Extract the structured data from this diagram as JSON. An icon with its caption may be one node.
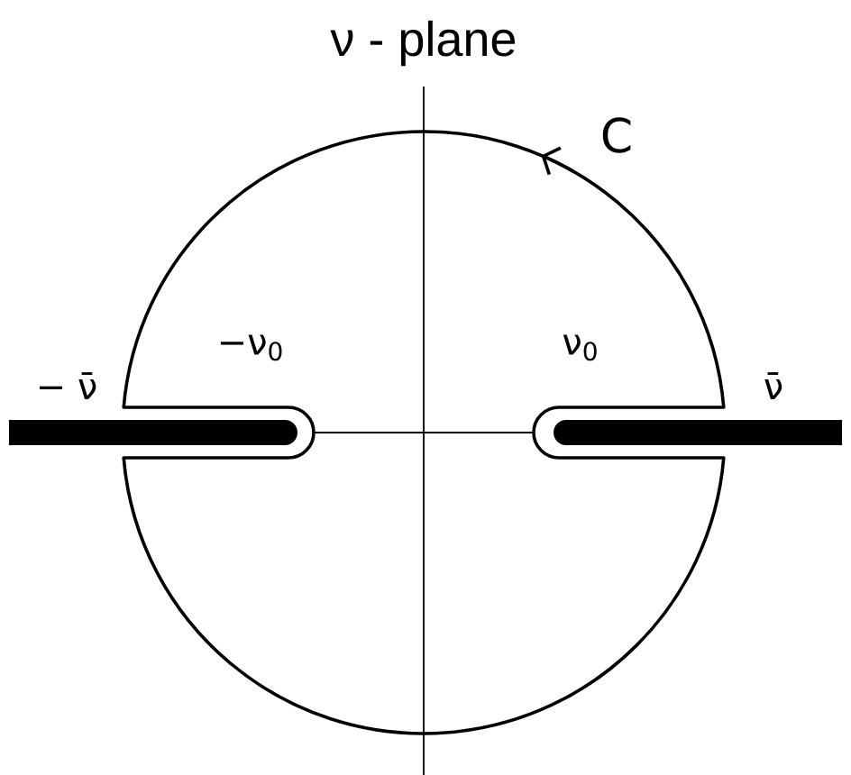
{
  "diagram": {
    "title": "ν - plane",
    "labels": [
      "C",
      "−ν$_{0}$",
      "ν$_{0}$",
      "− ν̄",
      "ν̄"
    ]
  }
}
